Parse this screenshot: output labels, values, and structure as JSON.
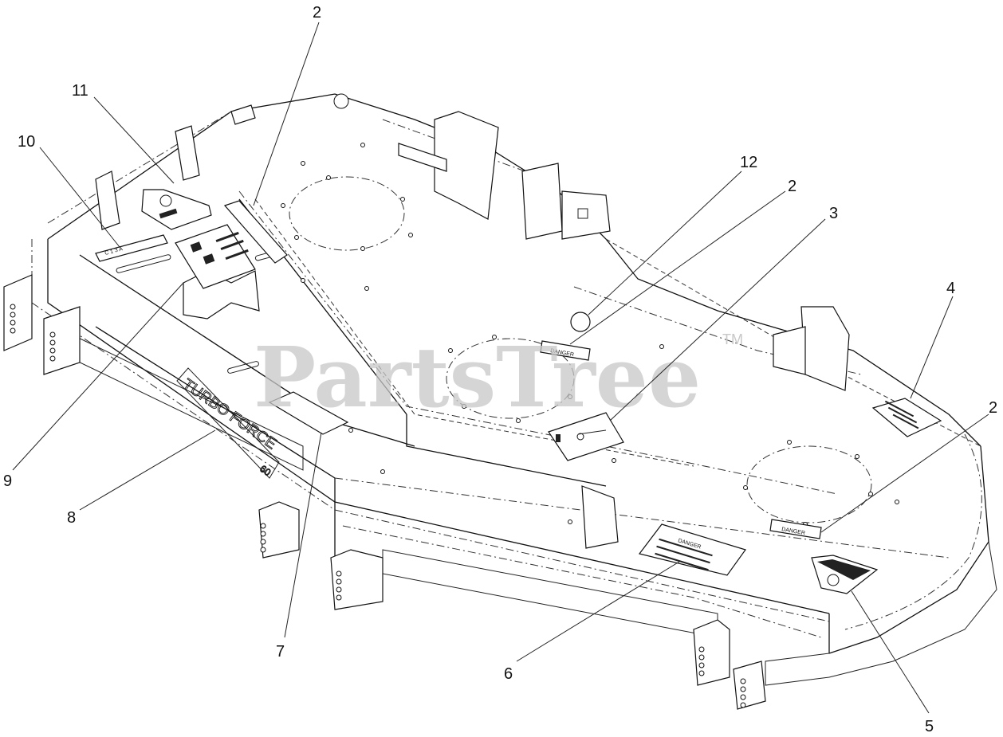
{
  "watermark": {
    "text": "PartsTree",
    "trademark": "TM"
  },
  "deck_marking": {
    "line1": "TURBO FORCE",
    "line2": "60"
  },
  "decal_text": {
    "danger": "DANGER"
  },
  "callouts": [
    {
      "id": "c2a",
      "label": "2"
    },
    {
      "id": "c11",
      "label": "11"
    },
    {
      "id": "c10",
      "label": "10"
    },
    {
      "id": "c12",
      "label": "12"
    },
    {
      "id": "c2b",
      "label": "2"
    },
    {
      "id": "c3",
      "label": "3"
    },
    {
      "id": "c4",
      "label": "4"
    },
    {
      "id": "c2c",
      "label": "2"
    },
    {
      "id": "c9",
      "label": "9"
    },
    {
      "id": "c8",
      "label": "8"
    },
    {
      "id": "c7",
      "label": "7"
    },
    {
      "id": "c6",
      "label": "6"
    },
    {
      "id": "c5",
      "label": "5"
    }
  ]
}
